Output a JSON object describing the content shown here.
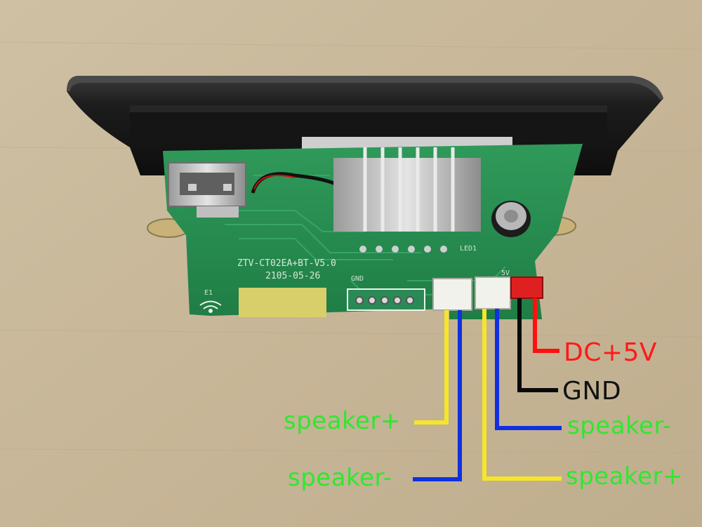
{
  "photo": {
    "board_silkscreen": "ZTV-CT02EA+BT-V5.0",
    "board_date": "2105-05-26",
    "silkscreen_e1": "E1",
    "silkscreen_led": "LED1",
    "silkscreen_gnd": "GND",
    "silkscreen_5v": "5V"
  },
  "labels": {
    "dc5v": "DC+5V",
    "gnd": "GND",
    "speaker_plus_left": "speaker+",
    "speaker_minus_left": "speaker-",
    "speaker_minus_right": "speaker-",
    "speaker_plus_right": "speaker+"
  },
  "colors": {
    "label_green": "#2ee82e",
    "label_red": "#ff1a1a",
    "label_black": "#111111",
    "wire_yellow": "#f5e62a",
    "wire_blue": "#1030e0",
    "wire_black": "#0a0a0a",
    "wire_red": "#ff1010"
  }
}
